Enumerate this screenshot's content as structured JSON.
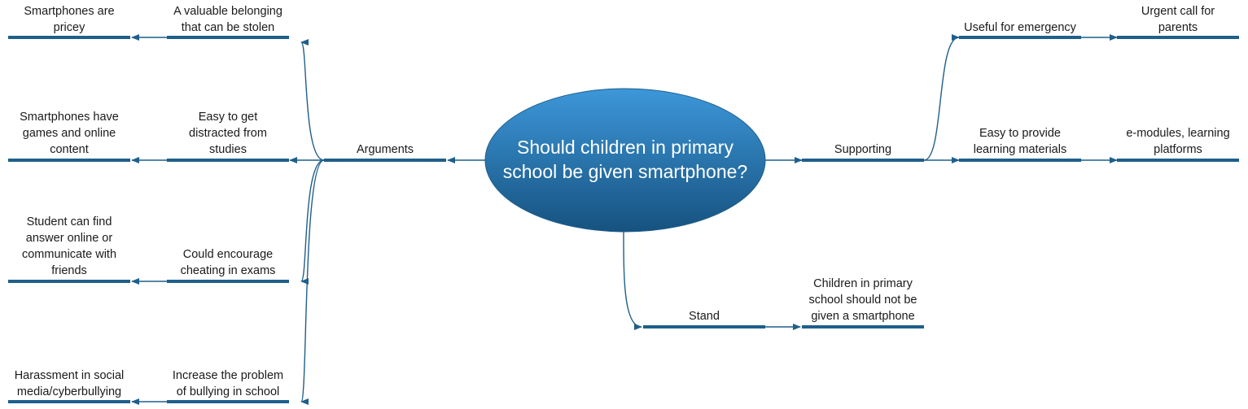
{
  "colors": {
    "line": "#1f5f8b",
    "bubble_top": "#3d97d9",
    "bubble_bottom": "#16527f",
    "text": "#1a1a1a"
  },
  "center": {
    "text": "Should children in primary\nschool be given smartphone?"
  },
  "branches": {
    "arguments": "Arguments",
    "supporting": "Supporting",
    "stand": "Stand"
  },
  "arguments": [
    {
      "reason": "A valuable belonging\nthat can be stolen",
      "effect": "Smartphones are\npricey"
    },
    {
      "reason": "Easy to get\ndistracted from\nstudies",
      "effect": "Smartphones have\ngames and online\ncontent"
    },
    {
      "reason": "Could encourage\ncheating in exams",
      "effect": "Student can find\nanswer online or\ncommunicate with\nfriends"
    },
    {
      "reason": "Increase the problem\nof bullying in school",
      "effect": "Harassment in social\nmedia/cyberbullying"
    }
  ],
  "supporting": [
    {
      "point": "Useful for emergency",
      "detail": "Urgent call for\nparents"
    },
    {
      "point": "Easy to provide\nlearning materials",
      "detail": "e-modules, learning\nplatforms"
    }
  ],
  "stand": {
    "detail": "Children in primary\nschool should not be\ngiven a smartphone"
  }
}
